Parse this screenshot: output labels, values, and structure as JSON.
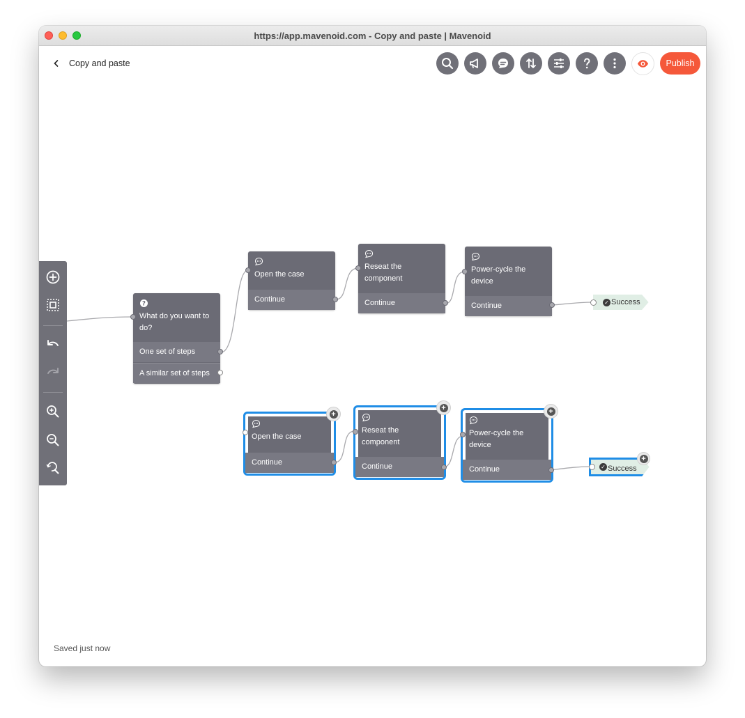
{
  "window": {
    "title": "https://app.mavenoid.com - Copy and paste | Mavenoid"
  },
  "appbar": {
    "doc_title": "Copy and paste",
    "publish_label": "Publish",
    "tools": [
      "search-icon",
      "megaphone-icon",
      "chat-icon",
      "sort-arrows-icon",
      "sliders-icon",
      "help-icon",
      "more-icon"
    ]
  },
  "accent_color": "#f5583a",
  "selection_color": "#1f8de6",
  "flow": {
    "question": {
      "title": "What do you want to do?",
      "options": [
        "One set of steps",
        "A similar set of steps"
      ]
    },
    "top_row": [
      {
        "title": "Open the case",
        "action": "Continue"
      },
      {
        "title": "Reseat the component",
        "action": "Continue"
      },
      {
        "title": "Power-cycle the device",
        "action": "Continue"
      }
    ],
    "top_end": "Success",
    "bottom_row": [
      {
        "title": "Open the case",
        "action": "Continue"
      },
      {
        "title": "Reseat the component",
        "action": "Continue"
      },
      {
        "title": "Power-cycle the device",
        "action": "Continue"
      }
    ],
    "bottom_end": "Success"
  },
  "status": {
    "saved_text": "Saved just now"
  }
}
